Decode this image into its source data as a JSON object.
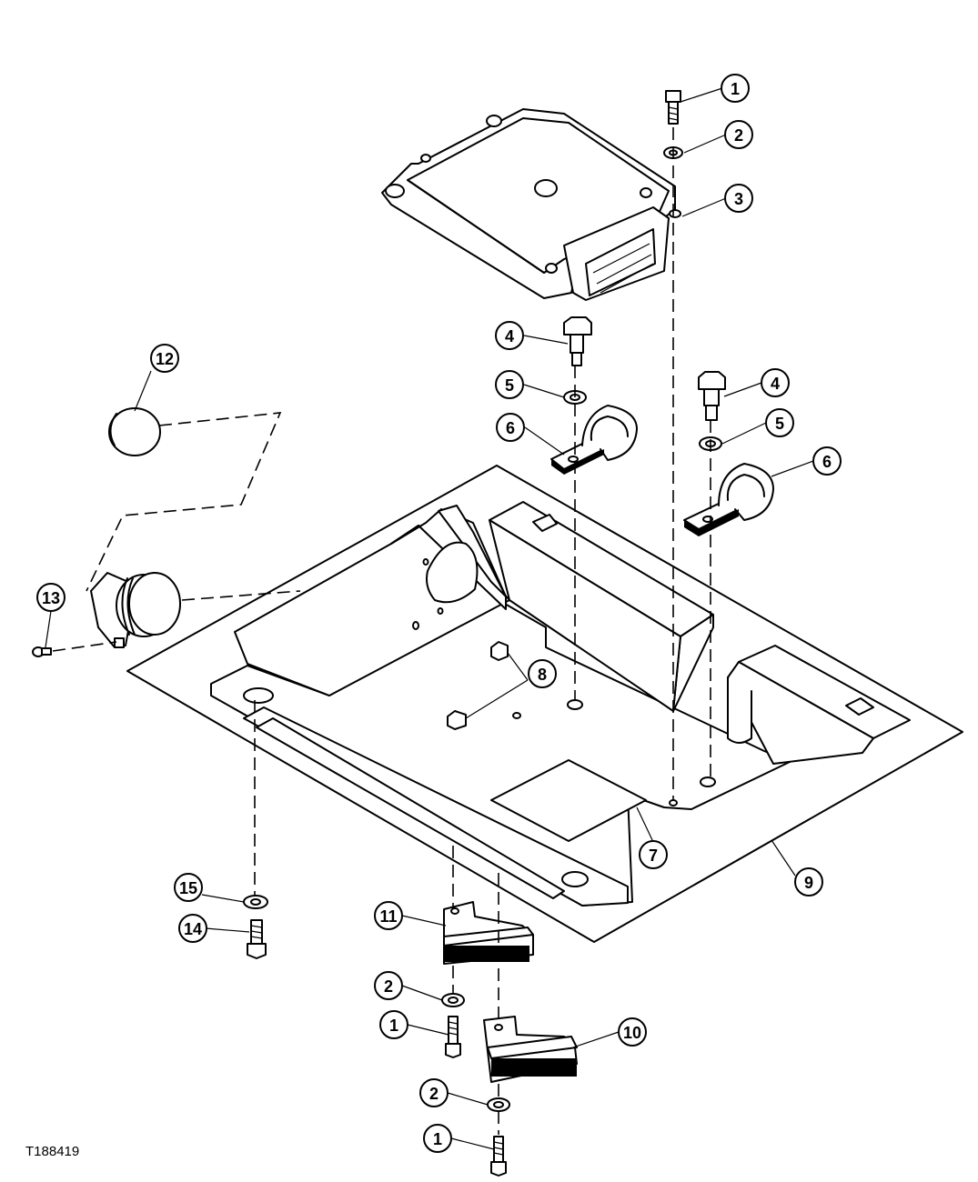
{
  "figure_id": "T188419",
  "callouts": [
    "1",
    "2",
    "3",
    "4",
    "5",
    "6",
    "7",
    "8",
    "9",
    "10",
    "11",
    "12",
    "13",
    "14",
    "15"
  ]
}
